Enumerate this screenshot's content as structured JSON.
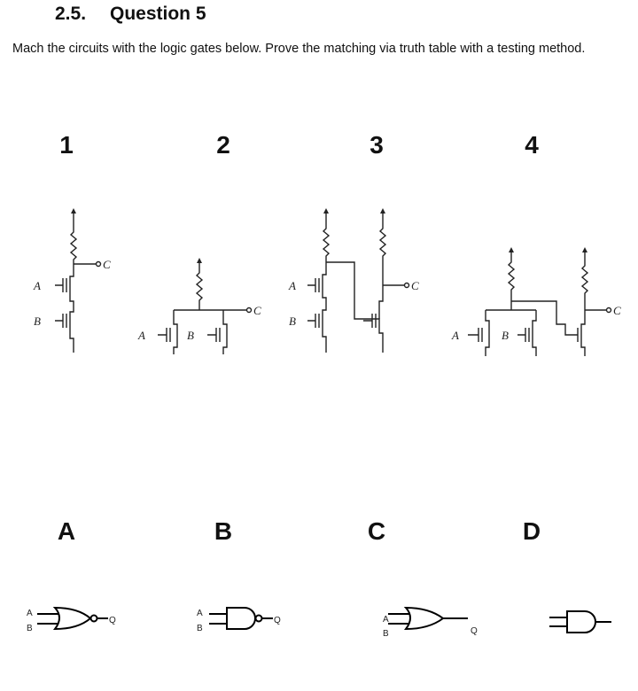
{
  "section": {
    "number": "2.5.",
    "title": "Question 5"
  },
  "prompt": "Mach the circuits with the logic gates below. Prove the matching via truth table with a testing method.",
  "circuit_labels": [
    "1",
    "2",
    "3",
    "4"
  ],
  "gate_labels": [
    "A",
    "B",
    "C",
    "D"
  ],
  "pins": {
    "a": "A",
    "b": "B",
    "c": "C",
    "q": "Q"
  },
  "gates": [
    {
      "type": "NOR-like (curved input, bubble)",
      "inputs": [
        "A",
        "B"
      ],
      "output": "Q"
    },
    {
      "type": "NAND (bubble)",
      "inputs": [
        "A",
        "B"
      ],
      "output": "Q"
    },
    {
      "type": "OR-like (curved input, no bubble)",
      "inputs": [
        "A",
        "B"
      ],
      "output": "Q"
    },
    {
      "type": "AND (no bubble)",
      "inputs": [],
      "output": ""
    }
  ]
}
